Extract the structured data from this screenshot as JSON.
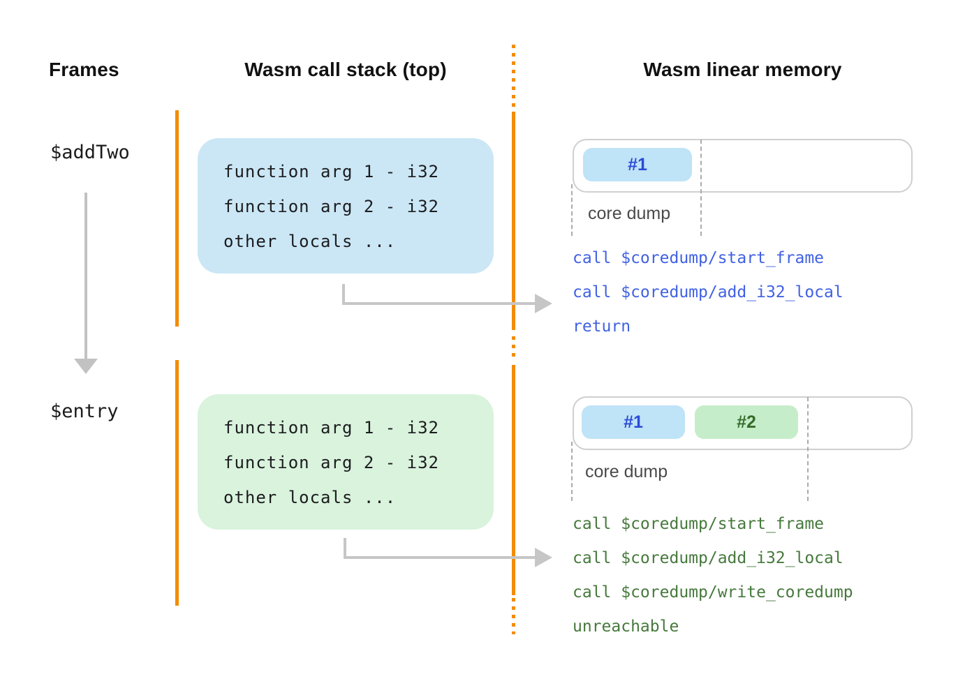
{
  "headers": {
    "frames": "Frames",
    "call_stack": "Wasm call stack (top)",
    "linear_memory": "Wasm linear memory"
  },
  "frames_column": {
    "frame1": "$addTwo",
    "frame2": "$entry"
  },
  "call_stack": {
    "frame1_locals": [
      "function arg 1 - i32",
      "function arg 2 - i32",
      "other locals ..."
    ],
    "frame2_locals": [
      "function arg 1 - i32",
      "function arg 2 - i32",
      "other locals ..."
    ]
  },
  "linear_memory": {
    "segment1": {
      "chips": [
        "#1"
      ],
      "region_label": "core dump",
      "instructions": [
        "call $coredump/start_frame",
        "call $coredump/add_i32_local",
        "return"
      ]
    },
    "segment2": {
      "chips": [
        "#1",
        "#2"
      ],
      "region_label": "core dump",
      "instructions": [
        "call $coredump/start_frame",
        "call $coredump/add_i32_local",
        "call $coredump/write_coredump",
        "unreachable"
      ]
    }
  },
  "colors": {
    "accent_orange": "#F28C00",
    "frame1_fill": "#CBE7F6",
    "frame2_fill": "#D9F3DD",
    "chip_blue_fill": "#BFE3F7",
    "chip_blue_text": "#2B4BD7",
    "chip_green_fill": "#C6EDC9",
    "chip_green_text": "#356C2B",
    "code_blue": "#4161E3",
    "code_green": "#46793C",
    "arrow_gray": "#C2C2C2"
  }
}
